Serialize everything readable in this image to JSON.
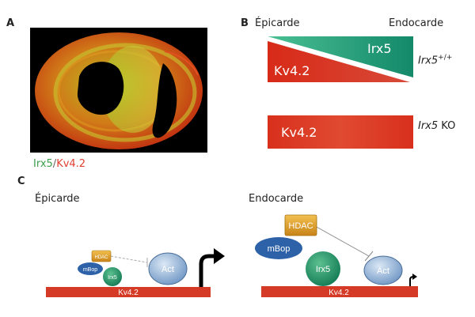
{
  "panel_a": {
    "letter": "A",
    "legend": {
      "green": "Irx5",
      "sep": "/",
      "red": "Kv4.2"
    }
  },
  "panel_b": {
    "letter": "B",
    "left_label": "Épicarde",
    "right_label": "Endocarde",
    "wt": {
      "red_label": "Kv4.2",
      "green_label": "Irx5",
      "genotype": "Irx5",
      "genotype_sup": "+/+"
    },
    "ko": {
      "label": "Kv4.2",
      "genotype": "Irx5",
      "genotype_suffix": " KO"
    }
  },
  "panel_c": {
    "letter": "C",
    "left": {
      "title": "Épicarde",
      "hdac": "HDAC",
      "mbop": "mBop",
      "irx5": "Irx5",
      "act": "Act",
      "gene": "Kv4.2"
    },
    "right": {
      "title": "Endocarde",
      "hdac": "HDAC",
      "mbop": "mBop",
      "irx5": "Irx5",
      "act": "Act",
      "gene": "Kv4.2"
    }
  },
  "colors": {
    "green": "#1f9e73",
    "red": "#d9321f",
    "hdac": "#e2a22a",
    "act": "#8fb3d9",
    "mbop": "#2d62a8",
    "gene_bar": "#d43a26"
  }
}
